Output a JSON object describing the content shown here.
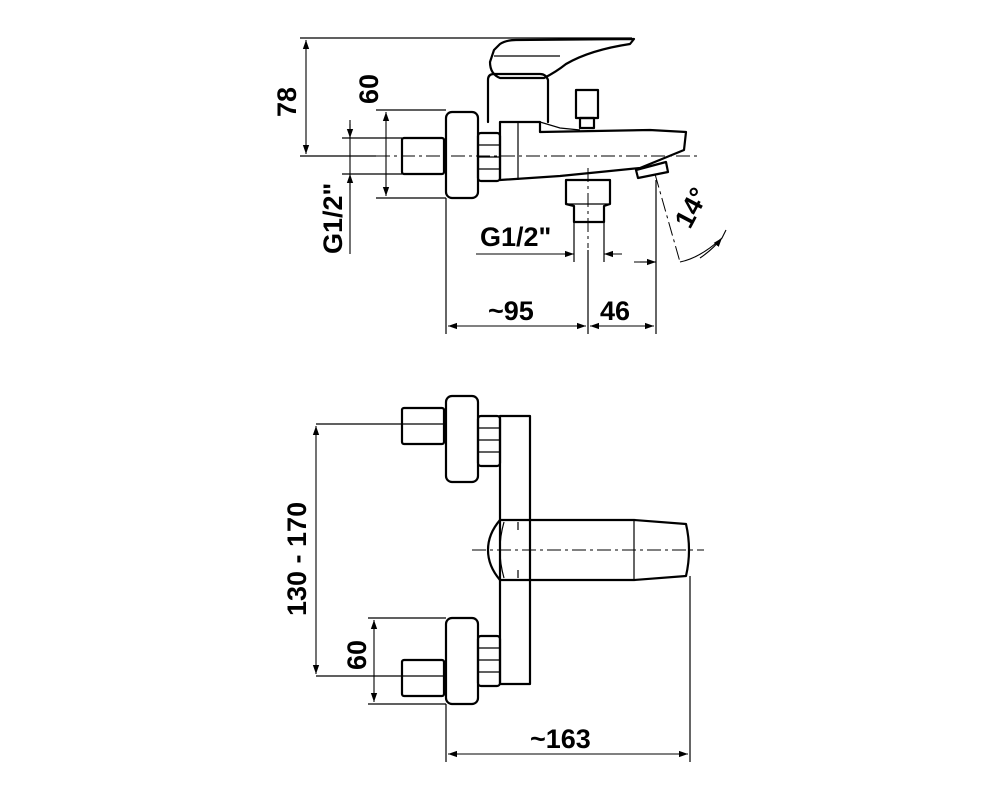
{
  "labels": {
    "dim_78": "78",
    "dim_60_top": "60",
    "thread_left": "G1/2\"",
    "thread_outlet": "G1/2\"",
    "dim_95": "~95",
    "dim_46": "46",
    "angle_14": "14°",
    "dim_130_170": "130 - 170",
    "dim_60_bottom": "60",
    "dim_163": "~163"
  }
}
